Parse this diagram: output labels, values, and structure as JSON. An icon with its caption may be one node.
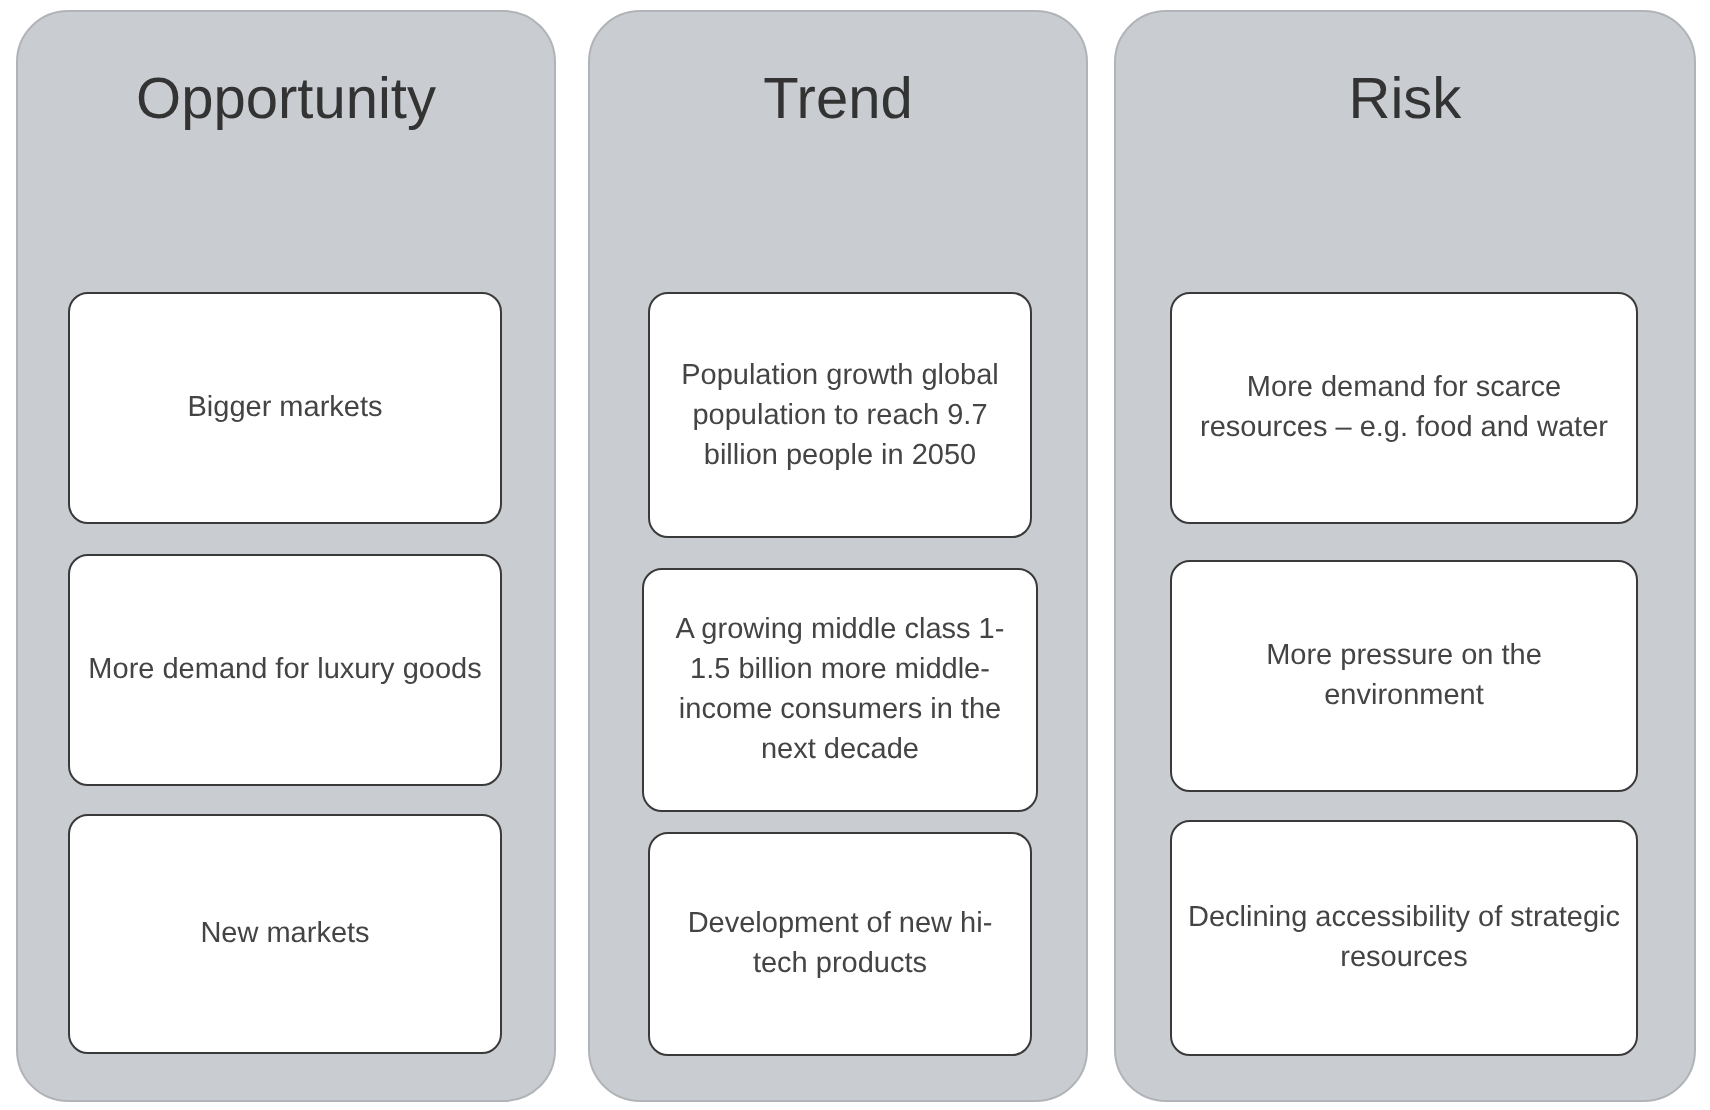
{
  "diagram": {
    "nodes": [
      {
        "text": [
          "Opportunity"
        ]
      },
      {
        "text": [
          "Bigger markets"
        ],
        "in": 0
      },
      {
        "text": [
          "More demand for luxury goods"
        ],
        "in": 0
      },
      {
        "text": [
          "New markets"
        ],
        "in": 0
      },
      {
        "text": [
          "Trend"
        ]
      },
      {
        "text": [
          "Population growth global population to reach 9.7 billion people in 2050"
        ],
        "in": 4
      },
      {
        "text": [
          "A growing middle class 1-1.5 billion more middle-income consumers in the next decade"
        ],
        "in": 4
      },
      {
        "text": [
          "Development of new hi-tech products"
        ],
        "in": 4
      },
      {
        "text": [
          "Risk"
        ]
      },
      {
        "text": [
          "More demand for scarce resources – e.g. food and water"
        ],
        "in": 8
      },
      {
        "text": [
          "More pressure on the environment"
        ],
        "in": 8
      },
      {
        "text": [
          "Declining accessibility of strategic resources"
        ],
        "in": 8
      }
    ],
    "edges": []
  }
}
